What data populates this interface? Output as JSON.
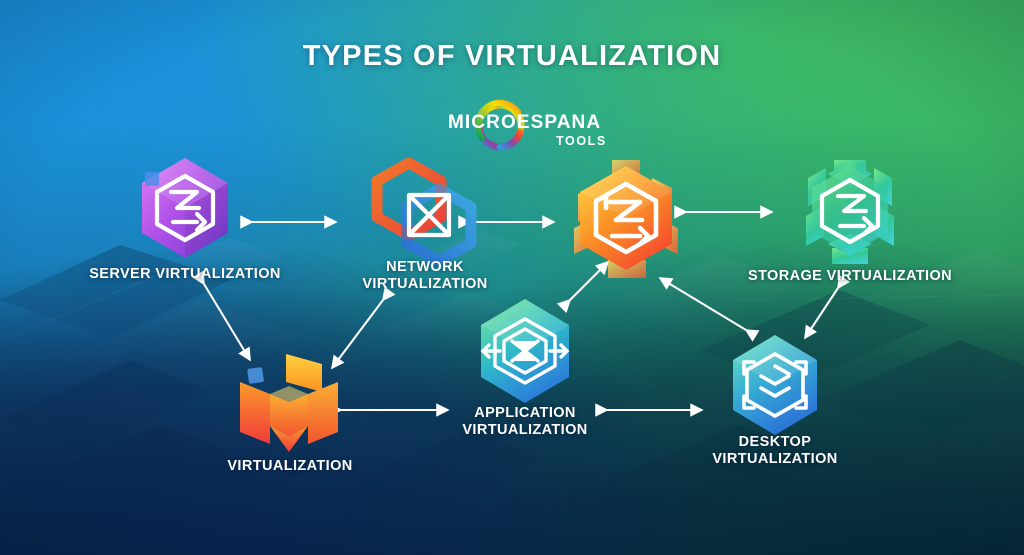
{
  "header": {
    "title": "TYPES OF VIRTUALIZATION"
  },
  "logo": {
    "name": "MICROESPANA",
    "tagline": "TOOLS",
    "ring_colors": [
      "#8cc63f",
      "#f9e000",
      "#f7941e",
      "#ef4136",
      "#8347ad",
      "#2e9bd6",
      "#00a651"
    ]
  },
  "palette": {
    "bg_blue": "#1b8fd8",
    "bg_green": "#33b364",
    "bg_dark_navy": "#0a2856",
    "bg_dark_teal": "#07303e",
    "text_white": "#ffffff",
    "arrow_white": "#ffffff"
  },
  "nodes": [
    {
      "id": "server",
      "icon_name": "server-virtualization-hexagon-icon",
      "label_lines": [
        "SERVER VIRTUALIZATION"
      ],
      "colors": {
        "from": "#d16ef0",
        "mid": "#b052e8",
        "to": "#7b3fd4"
      }
    },
    {
      "id": "network",
      "icon_name": "network-virtualization-hexagon-icon",
      "label_lines": [
        "NETWORK",
        "VIRTUALIZATION"
      ],
      "colors": {
        "from": "#f7941e",
        "mid": "#3da9e0",
        "to": "#e8413c"
      }
    },
    {
      "id": "center",
      "icon_name": "core-virtualization-hexagon-icon",
      "label_lines": [],
      "colors": {
        "from": "#ffd23f",
        "mid": "#fa9226",
        "to": "#f4402e"
      }
    },
    {
      "id": "storage",
      "icon_name": "storage-virtualization-hexagon-icon",
      "label_lines": [
        "STORAGE VIRTUALIZATION"
      ],
      "colors": {
        "from": "#5fe08a",
        "mid": "#35c98f",
        "to": "#3fd2d6"
      }
    },
    {
      "id": "virtualization",
      "icon_name": "virtualization-cube-icon",
      "label_lines": [
        "VIRTUALIZATION"
      ],
      "colors": {
        "from": "#ffd23f",
        "mid": "#f97b30",
        "to": "#ef3b3b"
      }
    },
    {
      "id": "application",
      "icon_name": "application-virtualization-hexagon-icon",
      "label_lines": [
        "APPLICATION",
        "VIRTUALIZATION"
      ],
      "colors": {
        "from": "#62dfa0",
        "mid": "#2fb9c9",
        "to": "#2e7fe0"
      }
    },
    {
      "id": "desktop",
      "icon_name": "desktop-virtualization-hexagon-icon",
      "label_lines": [
        "DESKTOP",
        "VIRTUALIZATION"
      ],
      "colors": {
        "from": "#5fd6c0",
        "mid": "#34a9d4",
        "to": "#2b6fd8"
      }
    }
  ],
  "connections": [
    {
      "from": "server",
      "to": "network",
      "style": "double-arrow-horizontal"
    },
    {
      "from": "network",
      "to": "center",
      "style": "double-arrow-horizontal"
    },
    {
      "from": "center",
      "to": "storage",
      "style": "double-arrow-horizontal"
    },
    {
      "from": "server",
      "to": "virtualization",
      "style": "double-arrow-diagonal"
    },
    {
      "from": "network",
      "to": "virtualization",
      "style": "double-arrow-diagonal"
    },
    {
      "from": "virtualization",
      "to": "application",
      "style": "double-arrow-horizontal"
    },
    {
      "from": "application",
      "to": "center",
      "style": "double-arrow-diagonal"
    },
    {
      "from": "application",
      "to": "desktop",
      "style": "double-arrow-horizontal"
    },
    {
      "from": "desktop",
      "to": "center",
      "style": "double-arrow-diagonal"
    },
    {
      "from": "storage",
      "to": "desktop",
      "style": "double-arrow-diagonal"
    }
  ]
}
